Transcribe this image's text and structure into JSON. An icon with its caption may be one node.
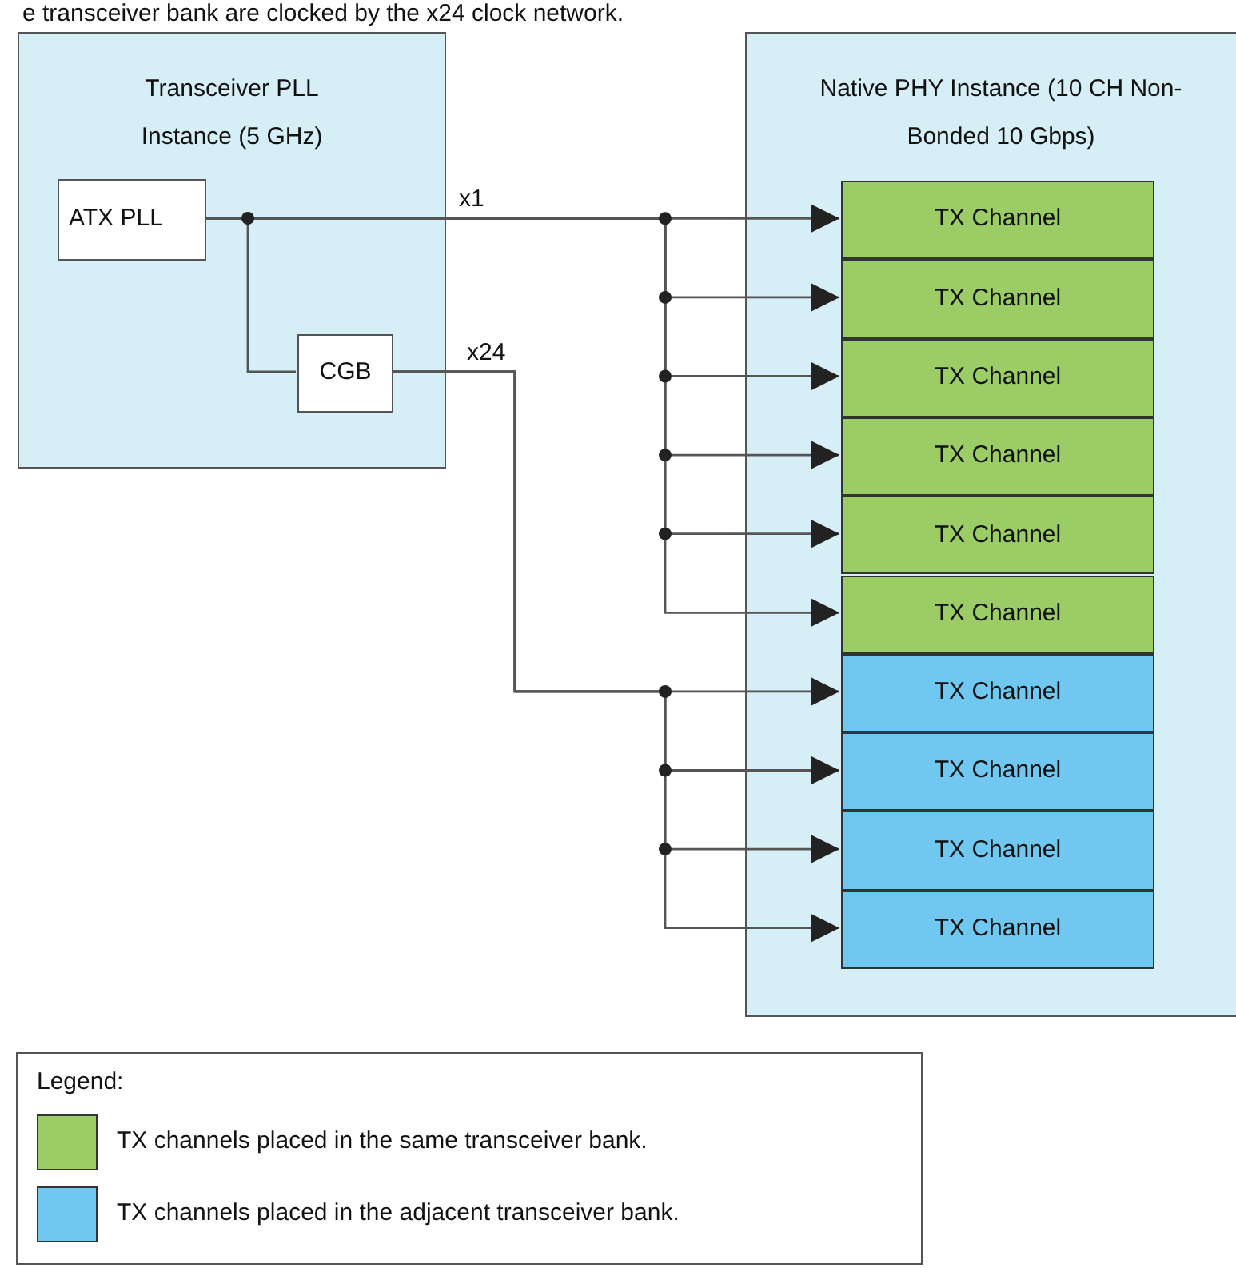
{
  "diagram": {
    "nodes": [
      {
        "text": [
          "Transceiver PLL Instance (5 GHz)"
        ]
      },
      {
        "text": [
          "ATX PLL"
        ],
        "in": 0
      },
      {
        "text": [
          "CGB"
        ],
        "in": 0
      },
      {
        "text": [
          "Native PHY Instance (10 CH Non-Bonded 10 Gbps)"
        ]
      },
      {
        "text": [
          "TX Channel"
        ],
        "in": 3
      },
      {
        "text": [
          "TX Channel"
        ],
        "in": 3
      },
      {
        "text": [
          "TX Channel"
        ],
        "in": 3
      },
      {
        "text": [
          "TX Channel"
        ],
        "in": 3
      },
      {
        "text": [
          "TX Channel"
        ],
        "in": 3
      },
      {
        "text": [
          "TX Channel"
        ],
        "in": 3
      },
      {
        "text": [
          "TX Channel"
        ],
        "in": 3
      },
      {
        "text": [
          "TX Channel"
        ],
        "in": 3
      },
      {
        "text": [
          "TX Channel"
        ],
        "in": 3
      },
      {
        "text": [
          "TX Channel"
        ],
        "in": 3
      }
    ],
    "edges": [
      {
        "from": 1,
        "to": 2,
        "arrow": "none"
      },
      {
        "from": 1,
        "to": 4,
        "arrow": "to",
        "label": "x1"
      },
      {
        "from": 1,
        "to": 5,
        "arrow": "to"
      },
      {
        "from": 1,
        "to": 6,
        "arrow": "to"
      },
      {
        "from": 1,
        "to": 7,
        "arrow": "to"
      },
      {
        "from": 1,
        "to": 8,
        "arrow": "to"
      },
      {
        "from": 1,
        "to": 9,
        "arrow": "to"
      },
      {
        "from": 2,
        "to": 10,
        "arrow": "to",
        "label": "x24"
      },
      {
        "from": 2,
        "to": 11,
        "arrow": "to"
      },
      {
        "from": 2,
        "to": 12,
        "arrow": "to"
      },
      {
        "from": 2,
        "to": 13,
        "arrow": "to"
      }
    ],
    "labels": [
      "e transceiver bank are clocked by the x24 clock network.",
      "Legend:"
    ],
    "legend": [
      {
        "text": "TX channels placed in the same transceiver bank.",
        "color": "#9ccc65"
      },
      {
        "text": "TX channels placed in the adjacent transceiver bank.",
        "color": "#70c8f0"
      }
    ]
  }
}
